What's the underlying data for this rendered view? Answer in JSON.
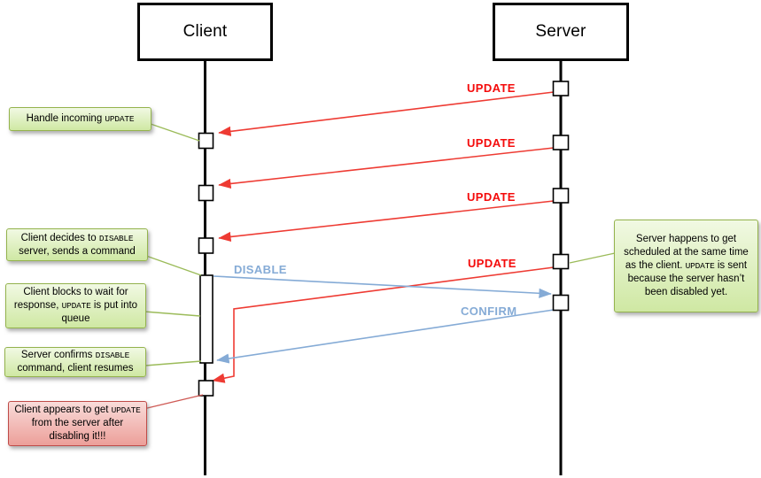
{
  "diagram": {
    "type": "uml-sequence",
    "participants": [
      {
        "name": "Client"
      },
      {
        "name": "Server"
      }
    ],
    "messages": [
      {
        "label": "UPDATE",
        "from": "Server",
        "to": "Client",
        "color": "#f40b0b"
      },
      {
        "label": "UPDATE",
        "from": "Server",
        "to": "Client",
        "color": "#f40b0b"
      },
      {
        "label": "UPDATE",
        "from": "Server",
        "to": "Client",
        "color": "#f40b0b"
      },
      {
        "label": "UPDATE",
        "from": "Server",
        "to": "Client",
        "color": "#f40b0b"
      },
      {
        "label": "DISABLE",
        "from": "Client",
        "to": "Server",
        "color": "#85abd6"
      },
      {
        "label": "CONFIRM",
        "from": "Server",
        "to": "Client",
        "color": "#85abd6"
      }
    ],
    "colors": {
      "red_message_line": "#ee3b33",
      "red_message_label": "#f40b0b",
      "blue_message": "#85abd6",
      "green_note_border": "#94b34d",
      "green_note_fill_top": "#f1f9e3",
      "green_note_fill_bottom": "#cfe8a3",
      "red_note_border": "#bf4b48",
      "red_note_fill_top": "#f9dcda",
      "red_note_fill_bottom": "#ec9f99",
      "connector_green": "#9bbb59",
      "connector_red": "#cf5a55",
      "lifeline": "#000000"
    }
  },
  "notes": [
    {
      "pre": "Handle incoming ",
      "keyword": "UPDATE",
      "post": ""
    },
    {
      "pre": "Client decides to ",
      "keyword": "DISABLE",
      "post": " server, sends a command"
    },
    {
      "pre": "Client blocks to wait for response, ",
      "keyword": "UPDATE",
      "post": " is put into queue"
    },
    {
      "pre": "Server confirms ",
      "keyword": "DISABLE",
      "post": " command, client resumes"
    },
    {
      "pre": "Client appears to get ",
      "keyword": "UPDATE",
      "post": " from the server after disabling it!!!"
    },
    {
      "pre": "Server happens to get scheduled at the same time as the client.  ",
      "keyword": "UPDATE",
      "post": " is sent because the server hasn’t been disabled yet."
    }
  ]
}
